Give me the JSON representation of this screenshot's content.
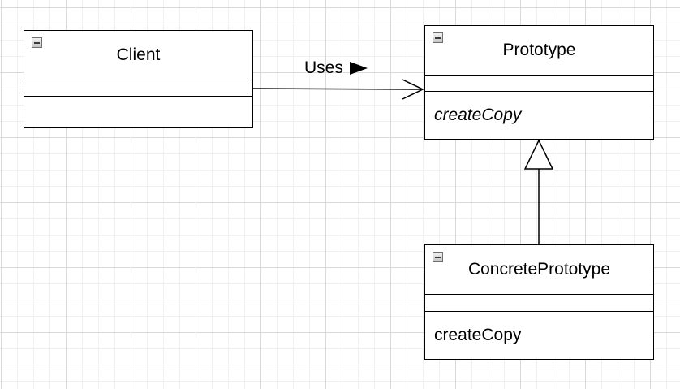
{
  "classes": {
    "client": {
      "name": "Client",
      "attributes": [],
      "operations": []
    },
    "prototype": {
      "name": "Prototype",
      "attributes": [],
      "operations": [
        "createCopy"
      ],
      "operations_italic": true
    },
    "concrete_prototype": {
      "name": "ConcretePrototype",
      "attributes": [],
      "operations": [
        "createCopy"
      ]
    }
  },
  "relationships": {
    "uses": {
      "type": "association",
      "from": "Client",
      "to": "Prototype",
      "label": "Uses",
      "direction_icon": "filled-triangle-right-icon"
    },
    "inheritance": {
      "type": "generalization",
      "from": "ConcretePrototype",
      "to": "Prototype"
    }
  },
  "icons": {
    "collapse": "collapse-minus-icon"
  },
  "colors": {
    "line": "#000000",
    "background": "#ffffff",
    "grid": "#d9d9d9"
  }
}
